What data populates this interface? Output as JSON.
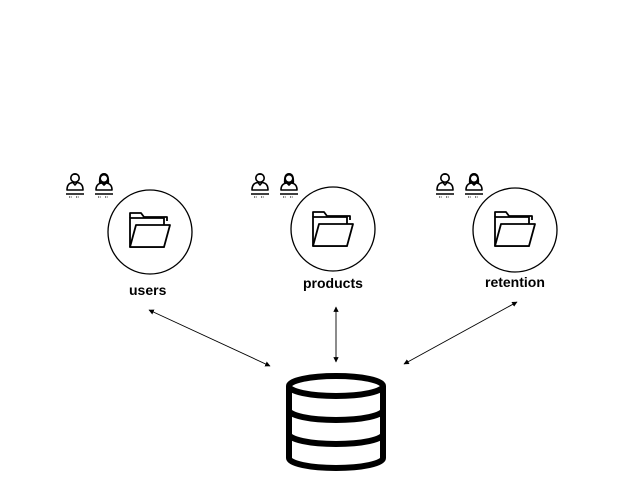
{
  "diagram": {
    "nodes": [
      {
        "id": "users",
        "label": "users",
        "icon": "folder-icon",
        "users_icon": "user-pair-icon"
      },
      {
        "id": "products",
        "label": "products",
        "icon": "folder-icon",
        "users_icon": "user-pair-icon"
      },
      {
        "id": "retention",
        "label": "retention",
        "icon": "folder-icon",
        "users_icon": "user-pair-icon"
      }
    ],
    "database": {
      "icon": "database-icon"
    },
    "edges": [
      {
        "from": "users",
        "to": "database",
        "direction": "both"
      },
      {
        "from": "products",
        "to": "database",
        "direction": "both"
      },
      {
        "from": "retention",
        "to": "database",
        "direction": "both"
      }
    ],
    "colors": {
      "stroke": "#000000",
      "background": "#ffffff"
    }
  }
}
